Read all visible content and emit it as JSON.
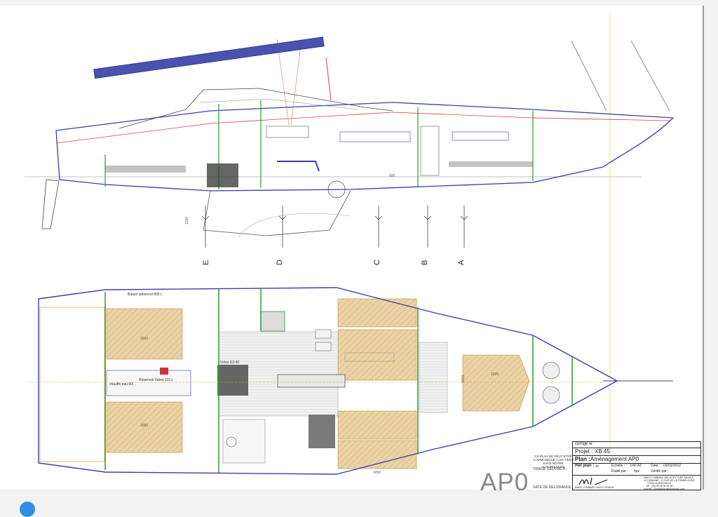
{
  "section_letters": [
    "E",
    "D",
    "C",
    "B",
    "A"
  ],
  "plan_labels": {
    "ballast": "Batast optionnel 800 L",
    "water_heater": "chauffe eau 60l",
    "reservoir": "Réservoir Vabot 110 L",
    "engine": "Volvo D2-40"
  },
  "dimensions": {
    "bunk_top": "2000",
    "bunk_bottom": "2000",
    "forepeak": "2020",
    "salon": "1400",
    "aft_width": "2050",
    "heights": [
      "1330",
      "600"
    ]
  },
  "disclaimer": "CE PLAN NE PEUT ETRE COMMUNIQUE A UN TIERS SANS NOTRE AUTORISATION",
  "tirage_label": "TIRAGE DELIVRE A :",
  "delivery_label": "DATE DE DELIVRANCE :",
  "title_block": {
    "corrige": "corrigé le :",
    "projet_label": "Projet :",
    "projet": "XB 45",
    "plan_label": "Plan :",
    "plan": "Aménagement AP0",
    "ref_label": "Ref plan :",
    "ref": "xx",
    "echelle_label": "Echelle :",
    "echelle": "1/40 A3",
    "date_label": "Date :",
    "date": "03/03/2022",
    "etabli_label": "Etabli par :",
    "etabli": "hps",
    "verifie_label": "Vérifié par :",
    "office_lines": [
      "MARC LOMBARD ARCHITECTURE NAVALE",
      "LE DOMAINE - 11 RUE DE LA TONNELLERIE",
      "17000 LA ROCHELLE",
      "Tél : (33) 05 46 45 26 26",
      "courriel : lombard@marclombard.com"
    ],
    "logo_caption": "MARC LOMBARD YACHT DESIGN"
  },
  "sheet_label": "AP0",
  "colors": {
    "hull": "#3a3ea8",
    "bulkhead": "#2e9a2e",
    "wood": "#e3c896",
    "rigging": "#e04848",
    "boom": "#4a52b0"
  }
}
